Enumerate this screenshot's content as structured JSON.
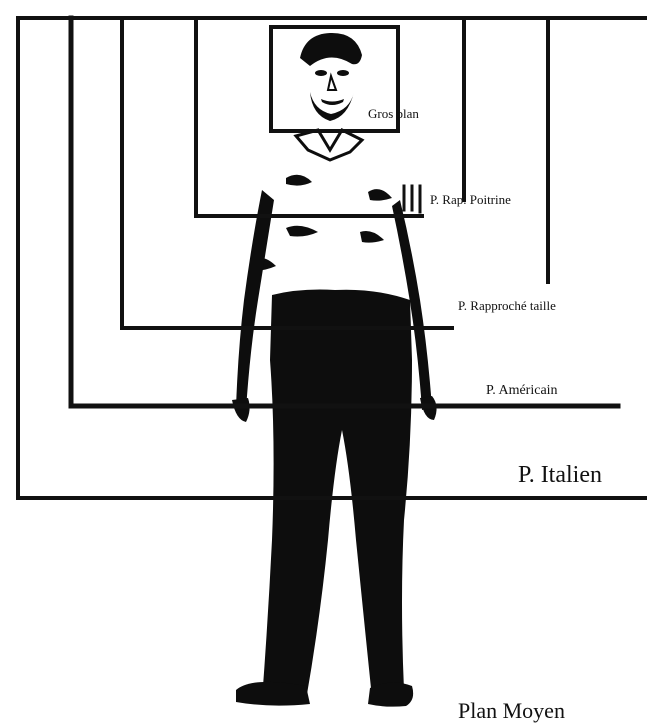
{
  "title": "",
  "shot_labels": {
    "gros_plan": "Gros plan",
    "plan_rapproche_poitrine": "P. Rap. Poitrine",
    "plan_rapproche_taille": "P. Rapproché taille",
    "plan_americain": "P. Américain",
    "plan_italien": "P. Italien",
    "plan_moyen": "Plan Moyen"
  },
  "colors": {
    "ink": "#111111",
    "background": "#ffffff"
  }
}
